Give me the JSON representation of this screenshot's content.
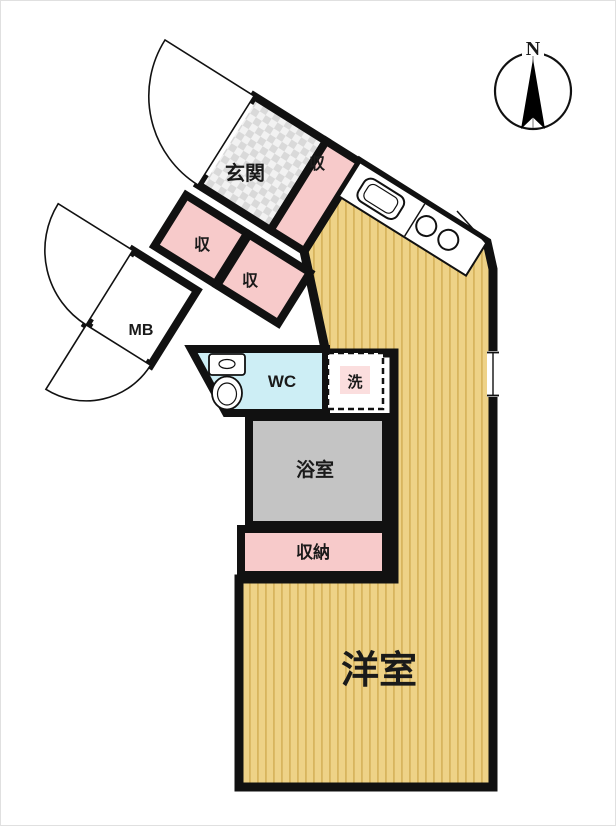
{
  "title": "apartment-floor-plan",
  "compass": {
    "label": "N"
  },
  "labels": {
    "genkan": "玄関",
    "storage_top": "収",
    "storage_mid": "収",
    "storage_lower": "収",
    "meter_box": "MB",
    "wc": "WC",
    "laundry": "洗",
    "bathroom": "浴室",
    "closet": "収納",
    "western_room": "洋室"
  },
  "colors": {
    "flooring": "#eed287",
    "flooring_stripe": "#d8b55e",
    "storage_pink": "#f7caca",
    "wc_blue": "#cdeef5",
    "bathroom_gray": "#c4c4c4",
    "tile_light": "#f2f2f2",
    "tile_dark": "#d9d9d9",
    "wall": "#111111"
  }
}
